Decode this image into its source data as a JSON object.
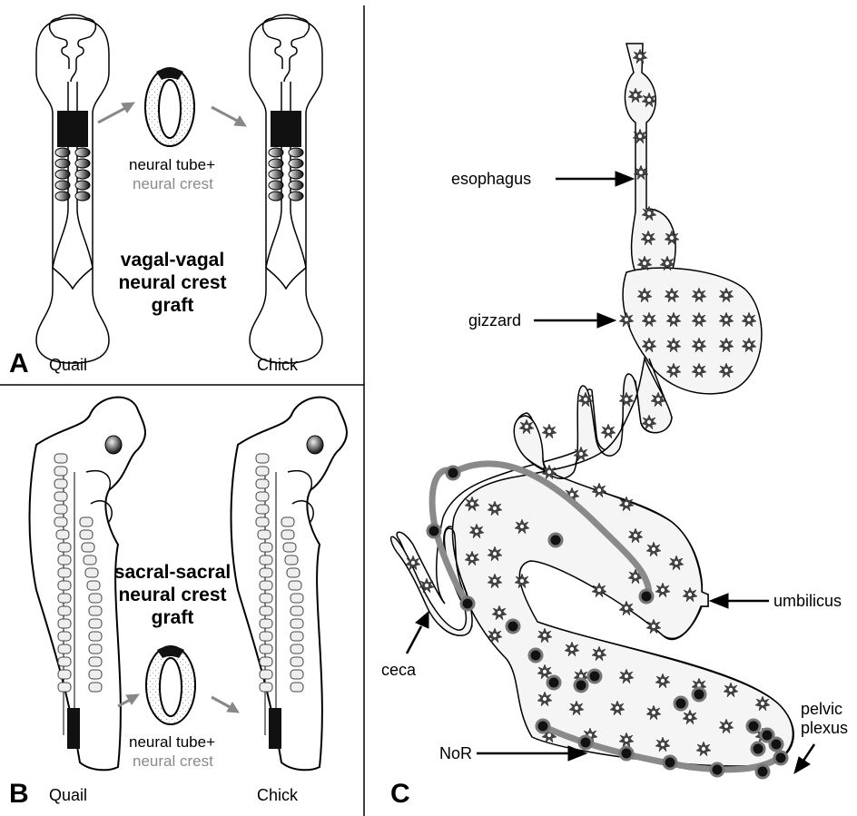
{
  "panels": {
    "A": {
      "letter": "A",
      "donor_label": "Quail",
      "host_label": "Chick",
      "tissue_line1": "neural tube+",
      "tissue_line2": "neural crest",
      "title_lines": [
        "vagal-vagal",
        "neural crest",
        "graft"
      ]
    },
    "B": {
      "letter": "B",
      "donor_label": "Quail",
      "host_label": "Chick",
      "tissue_line1": "neural tube+",
      "tissue_line2": "neural crest",
      "title_lines": [
        "sacral-sacral",
        "neural crest",
        "graft"
      ]
    },
    "C": {
      "letter": "C",
      "labels": {
        "esophagus": "esophagus",
        "gizzard": "gizzard",
        "umbilicus": "umbilicus",
        "ceca": "ceca",
        "pelvic_line1": "pelvic",
        "pelvic_line2": "plexus",
        "nor": "NoR"
      }
    }
  },
  "colors": {
    "line": "#000000",
    "crest_gray": "#8a8a8a",
    "graft_black": "#111111",
    "fill_light": "#f7f7f7"
  }
}
